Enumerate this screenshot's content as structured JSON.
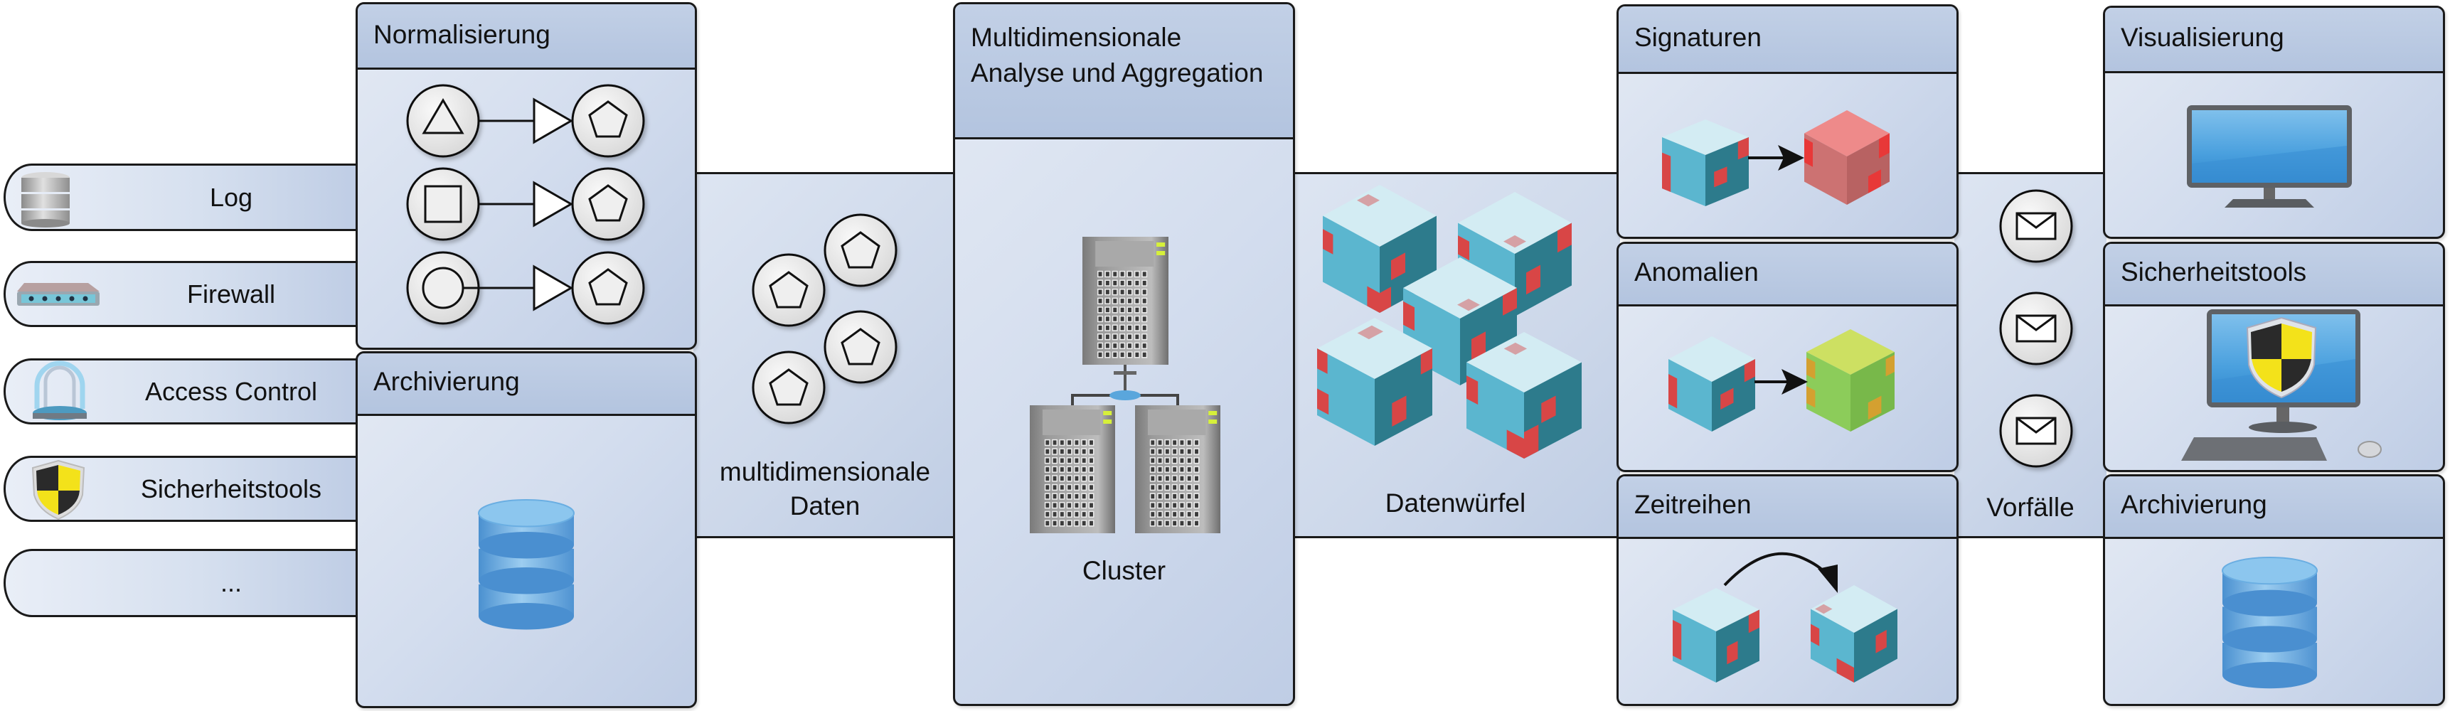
{
  "title": "Security analytics pipeline",
  "sources": [
    {
      "label": "Log",
      "icon": "database-icon"
    },
    {
      "label": "Firewall",
      "icon": "firewall-appliance-icon"
    },
    {
      "label": "Access Control",
      "icon": "access-control-icon"
    },
    {
      "label": "Sicherheitstools",
      "icon": "shield-icon"
    },
    {
      "label": "...",
      "icon": ""
    }
  ],
  "normalization": {
    "title": "Normalisierung",
    "mappings": [
      {
        "from": "triangle",
        "to": "pentagon"
      },
      {
        "from": "square",
        "to": "pentagon"
      },
      {
        "from": "circle",
        "to": "pentagon"
      }
    ]
  },
  "archive_left": {
    "title": "Archivierung",
    "icon": "database-icon"
  },
  "multidim_data": {
    "label_line1": "multidimensionale",
    "label_line2": "Daten",
    "items": 4
  },
  "analysis": {
    "title_line1": "Multidimensionale",
    "title_line2": "Analyse und Aggregation",
    "cluster_label": "Cluster"
  },
  "cubes": {
    "label": "Datenwürfel",
    "count": 5
  },
  "detection": [
    {
      "title": "Signaturen",
      "result": "signature-match"
    },
    {
      "title": "Anomalien",
      "result": "anomaly"
    },
    {
      "title": "Zeitreihen",
      "result": "time-series"
    }
  ],
  "incidents": {
    "label": "Vorfälle",
    "count": 3,
    "icon": "envelope-icon"
  },
  "outputs": [
    {
      "title": "Visualisierung",
      "icon": "monitor-cube-icon"
    },
    {
      "title": "Sicherheitstools",
      "icon": "computer-shield-icon"
    },
    {
      "title": "Archivierung",
      "icon": "database-icon"
    }
  ],
  "colors": {
    "cube_top": "#d3ecf3",
    "cube_left": "#5bb6cf",
    "cube_right": "#2d7b8c",
    "cube_patch": "#d84646",
    "signature_top": "#ee8a8a",
    "signature_left": "#cc7272",
    "signature_right": "#b86262",
    "signature_patch": "#e83838",
    "anomaly_top": "#cde062",
    "anomaly_left": "#8ccc5a",
    "anomaly_right": "#78b84a",
    "anomaly_patch": "#d4a030",
    "db_blue": "#5a9fd8",
    "shield_yellow": "#f3e21a"
  }
}
